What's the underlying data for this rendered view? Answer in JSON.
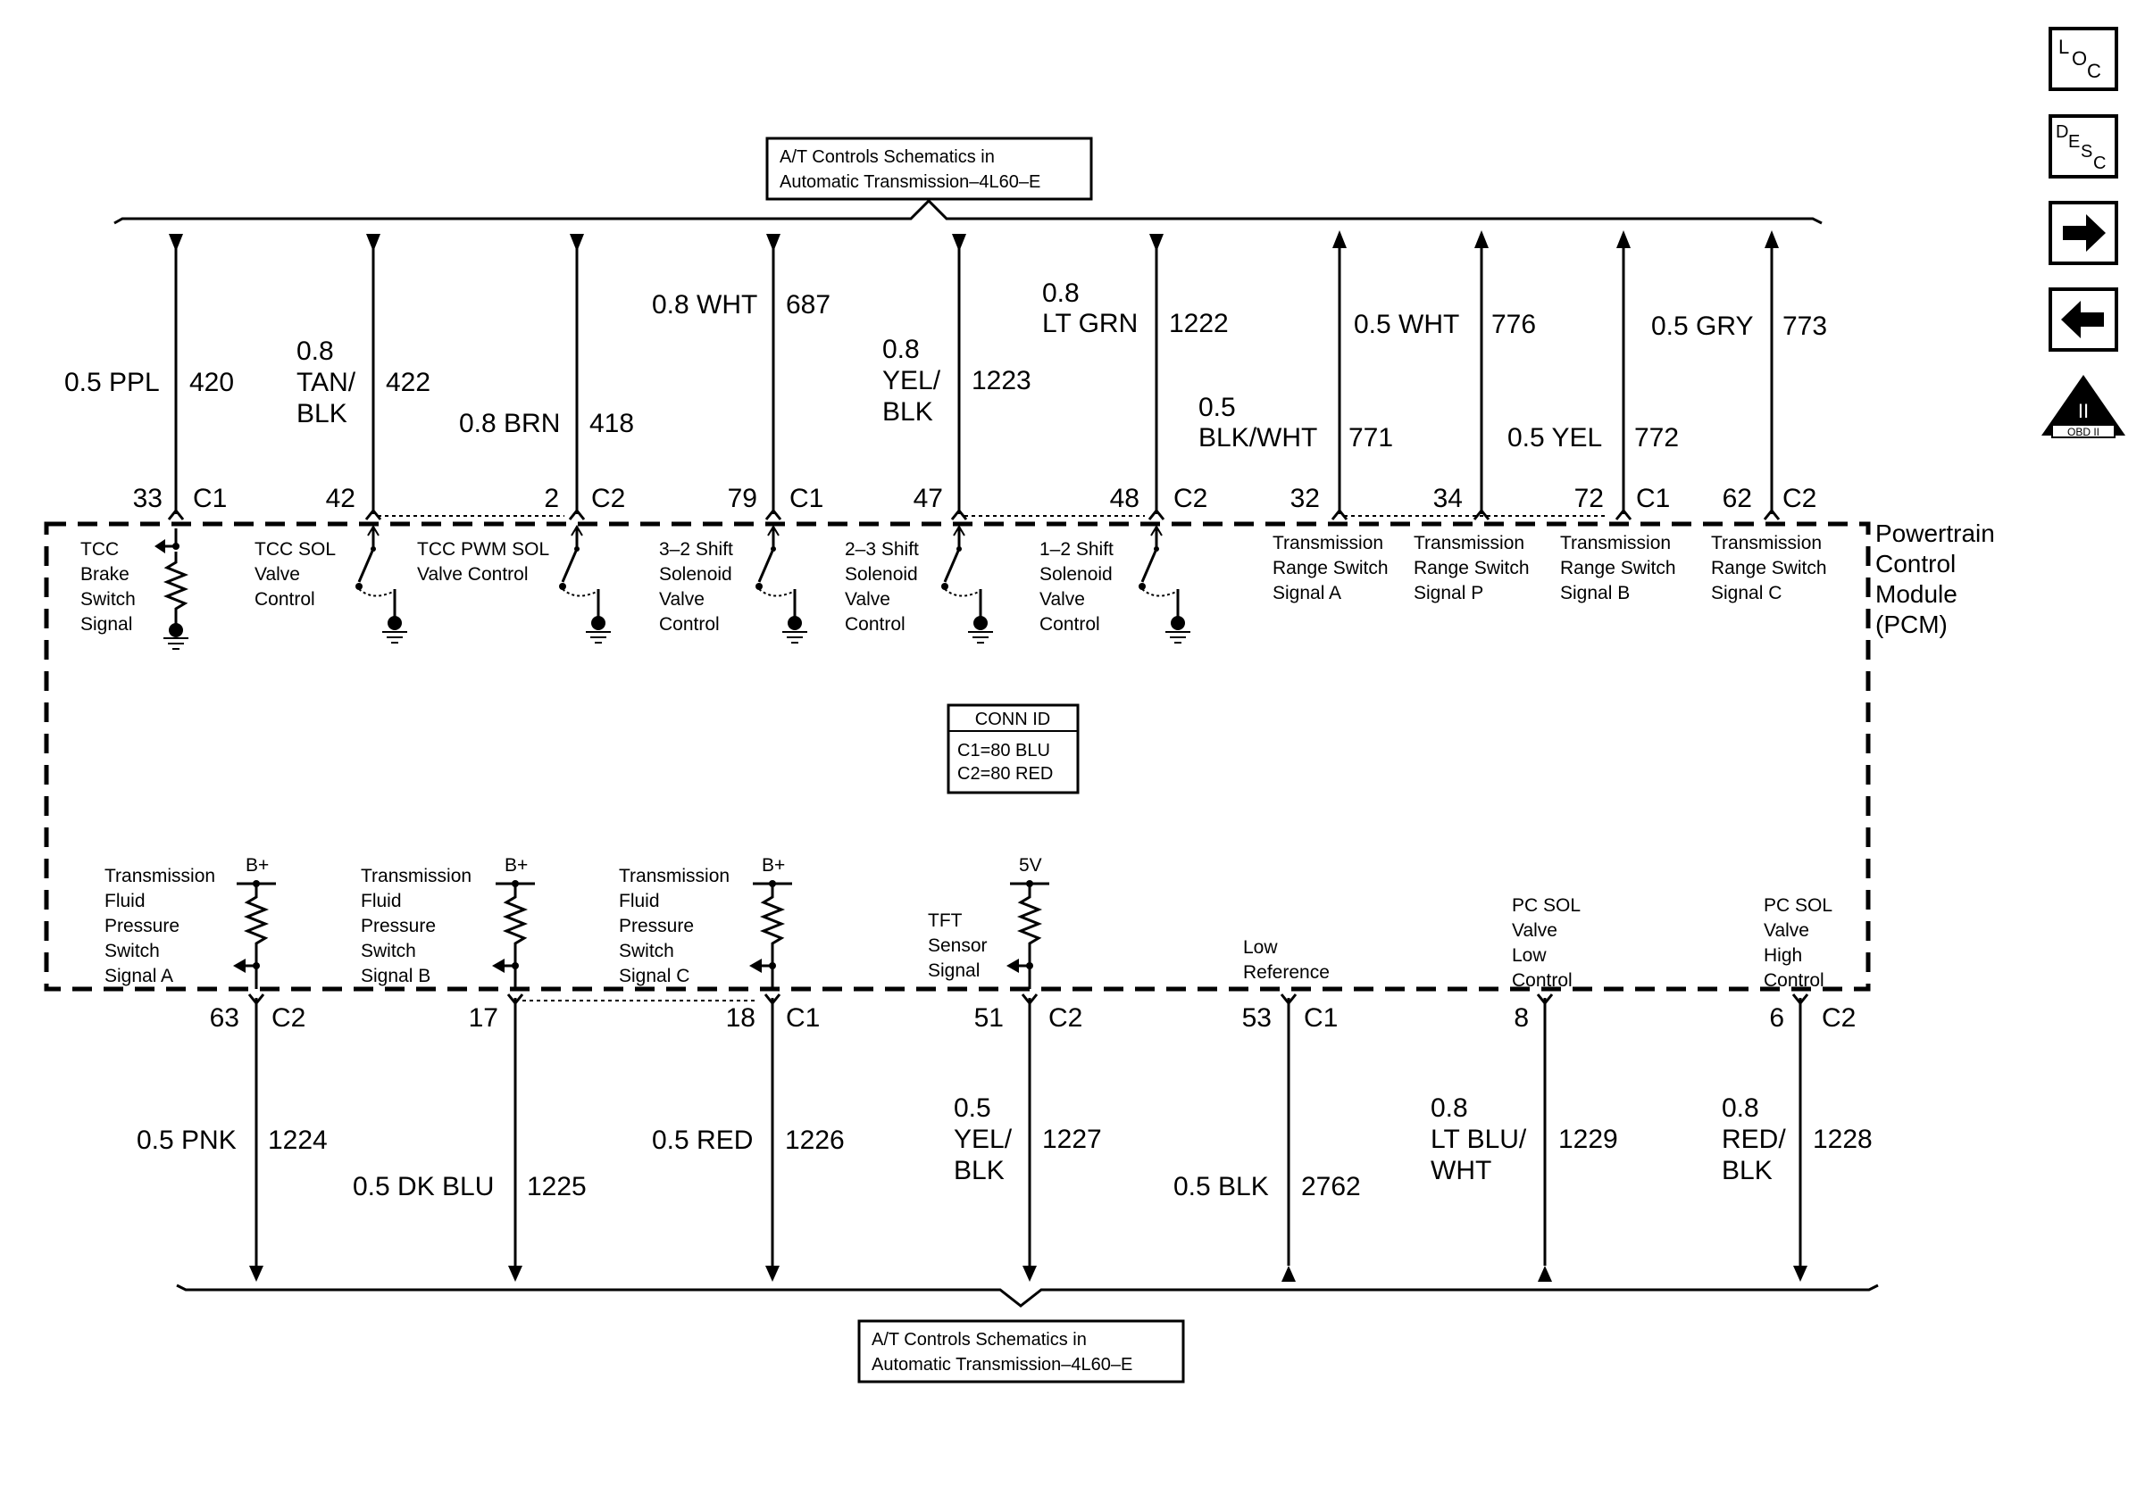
{
  "top_ref": [
    "A/T Controls Schematics in",
    "Automatic Transmission–4L60–E"
  ],
  "bottom_ref": [
    "A/T Controls Schematics in",
    "Automatic Transmission–4L60–E"
  ],
  "module": [
    "Powertrain",
    "Control",
    "Module",
    "(PCM)"
  ],
  "conn_id": {
    "title": "CONN ID",
    "lines": [
      "C1=80 BLU",
      "C2=80 RED"
    ]
  },
  "nav": {
    "loc": [
      "L",
      "O",
      "C"
    ],
    "desc": [
      "D",
      "E",
      "S",
      "C"
    ],
    "obd": [
      "II",
      "OBD II"
    ]
  },
  "top_wires": [
    {
      "color": [
        "0.5 PPL"
      ],
      "circuit": "420",
      "pin": "33",
      "conn": "C1",
      "label": [
        "TCC",
        "Brake",
        "Switch",
        "Signal"
      ]
    },
    {
      "color": [
        "0.8",
        "TAN/",
        "BLK"
      ],
      "circuit": "422",
      "pin": "42",
      "conn": "",
      "label": [
        "TCC SOL",
        "Valve",
        "Control"
      ]
    },
    {
      "color": [
        "0.8 BRN"
      ],
      "circuit": "418",
      "pin": "2",
      "conn": "C2",
      "label": [
        "TCC PWM SOL",
        "Valve Control"
      ]
    },
    {
      "color": [
        "0.8 WHT"
      ],
      "circuit": "687",
      "pin": "79",
      "conn": "C1",
      "label": [
        "3–2 Shift",
        "Solenoid",
        "Valve",
        "Control"
      ]
    },
    {
      "color": [
        "0.8",
        "YEL/",
        "BLK"
      ],
      "circuit": "1223",
      "pin": "47",
      "conn": "",
      "label": [
        "2–3 Shift",
        "Solenoid",
        "Valve",
        "Control"
      ]
    },
    {
      "color": [
        "0.8",
        "LT GRN"
      ],
      "circuit": "1222",
      "pin": "48",
      "conn": "C2",
      "label": [
        "1–2 Shift",
        "Solenoid",
        "Valve",
        "Control"
      ]
    },
    {
      "color": [
        "0.5",
        "BLK/WHT"
      ],
      "circuit": "771",
      "pin": "32",
      "conn": "",
      "label": [
        "Transmission",
        "Range Switch",
        "Signal A"
      ]
    },
    {
      "color": [
        "0.5 WHT"
      ],
      "circuit": "776",
      "pin": "34",
      "conn": "",
      "label": [
        "Transmission",
        "Range Switch",
        "Signal P"
      ]
    },
    {
      "color": [
        "0.5 YEL"
      ],
      "circuit": "772",
      "pin": "72",
      "conn": "C1",
      "label": [
        "Transmission",
        "Range Switch",
        "Signal B"
      ]
    },
    {
      "color": [
        "0.5 GRY"
      ],
      "circuit": "773",
      "pin": "62",
      "conn": "C2",
      "label": [
        "Transmission",
        "Range Switch",
        "Signal C"
      ]
    }
  ],
  "bottom_wires": [
    {
      "color": [
        "0.5 PNK"
      ],
      "circuit": "1224",
      "pin": "63",
      "conn": "C2",
      "supply": "B+",
      "label": [
        "Transmission",
        "Fluid",
        "Pressure",
        "Switch",
        "Signal A"
      ]
    },
    {
      "color": [
        "0.5 DK BLU"
      ],
      "circuit": "1225",
      "pin": "17",
      "conn": "",
      "supply": "B+",
      "label": [
        "Transmission",
        "Fluid",
        "Pressure",
        "Switch",
        "Signal B"
      ]
    },
    {
      "color": [
        "0.5 RED"
      ],
      "circuit": "1226",
      "pin": "18",
      "conn": "C1",
      "supply": "B+",
      "label": [
        "Transmission",
        "Fluid",
        "Pressure",
        "Switch",
        "Signal C"
      ]
    },
    {
      "color": [
        "0.5",
        "YEL/",
        "BLK"
      ],
      "circuit": "1227",
      "pin": "51",
      "conn": "C2",
      "supply": "5V",
      "label": [
        "TFT",
        "Sensor",
        "Signal"
      ]
    },
    {
      "color": [
        "0.5 BLK"
      ],
      "circuit": "2762",
      "pin": "53",
      "conn": "C1",
      "supply": "",
      "label": [
        "Low",
        "Reference"
      ]
    },
    {
      "color": [
        "0.8",
        "LT BLU/",
        "WHT"
      ],
      "circuit": "1229",
      "pin": "8",
      "conn": "",
      "supply": "",
      "label": [
        "PC SOL",
        "Valve",
        "Low",
        "Control"
      ]
    },
    {
      "color": [
        "0.8",
        "RED/",
        "BLK"
      ],
      "circuit": "1228",
      "pin": "6",
      "conn": "C2",
      "supply": "",
      "label": [
        "PC SOL",
        "Valve",
        "High",
        "Control"
      ]
    }
  ]
}
